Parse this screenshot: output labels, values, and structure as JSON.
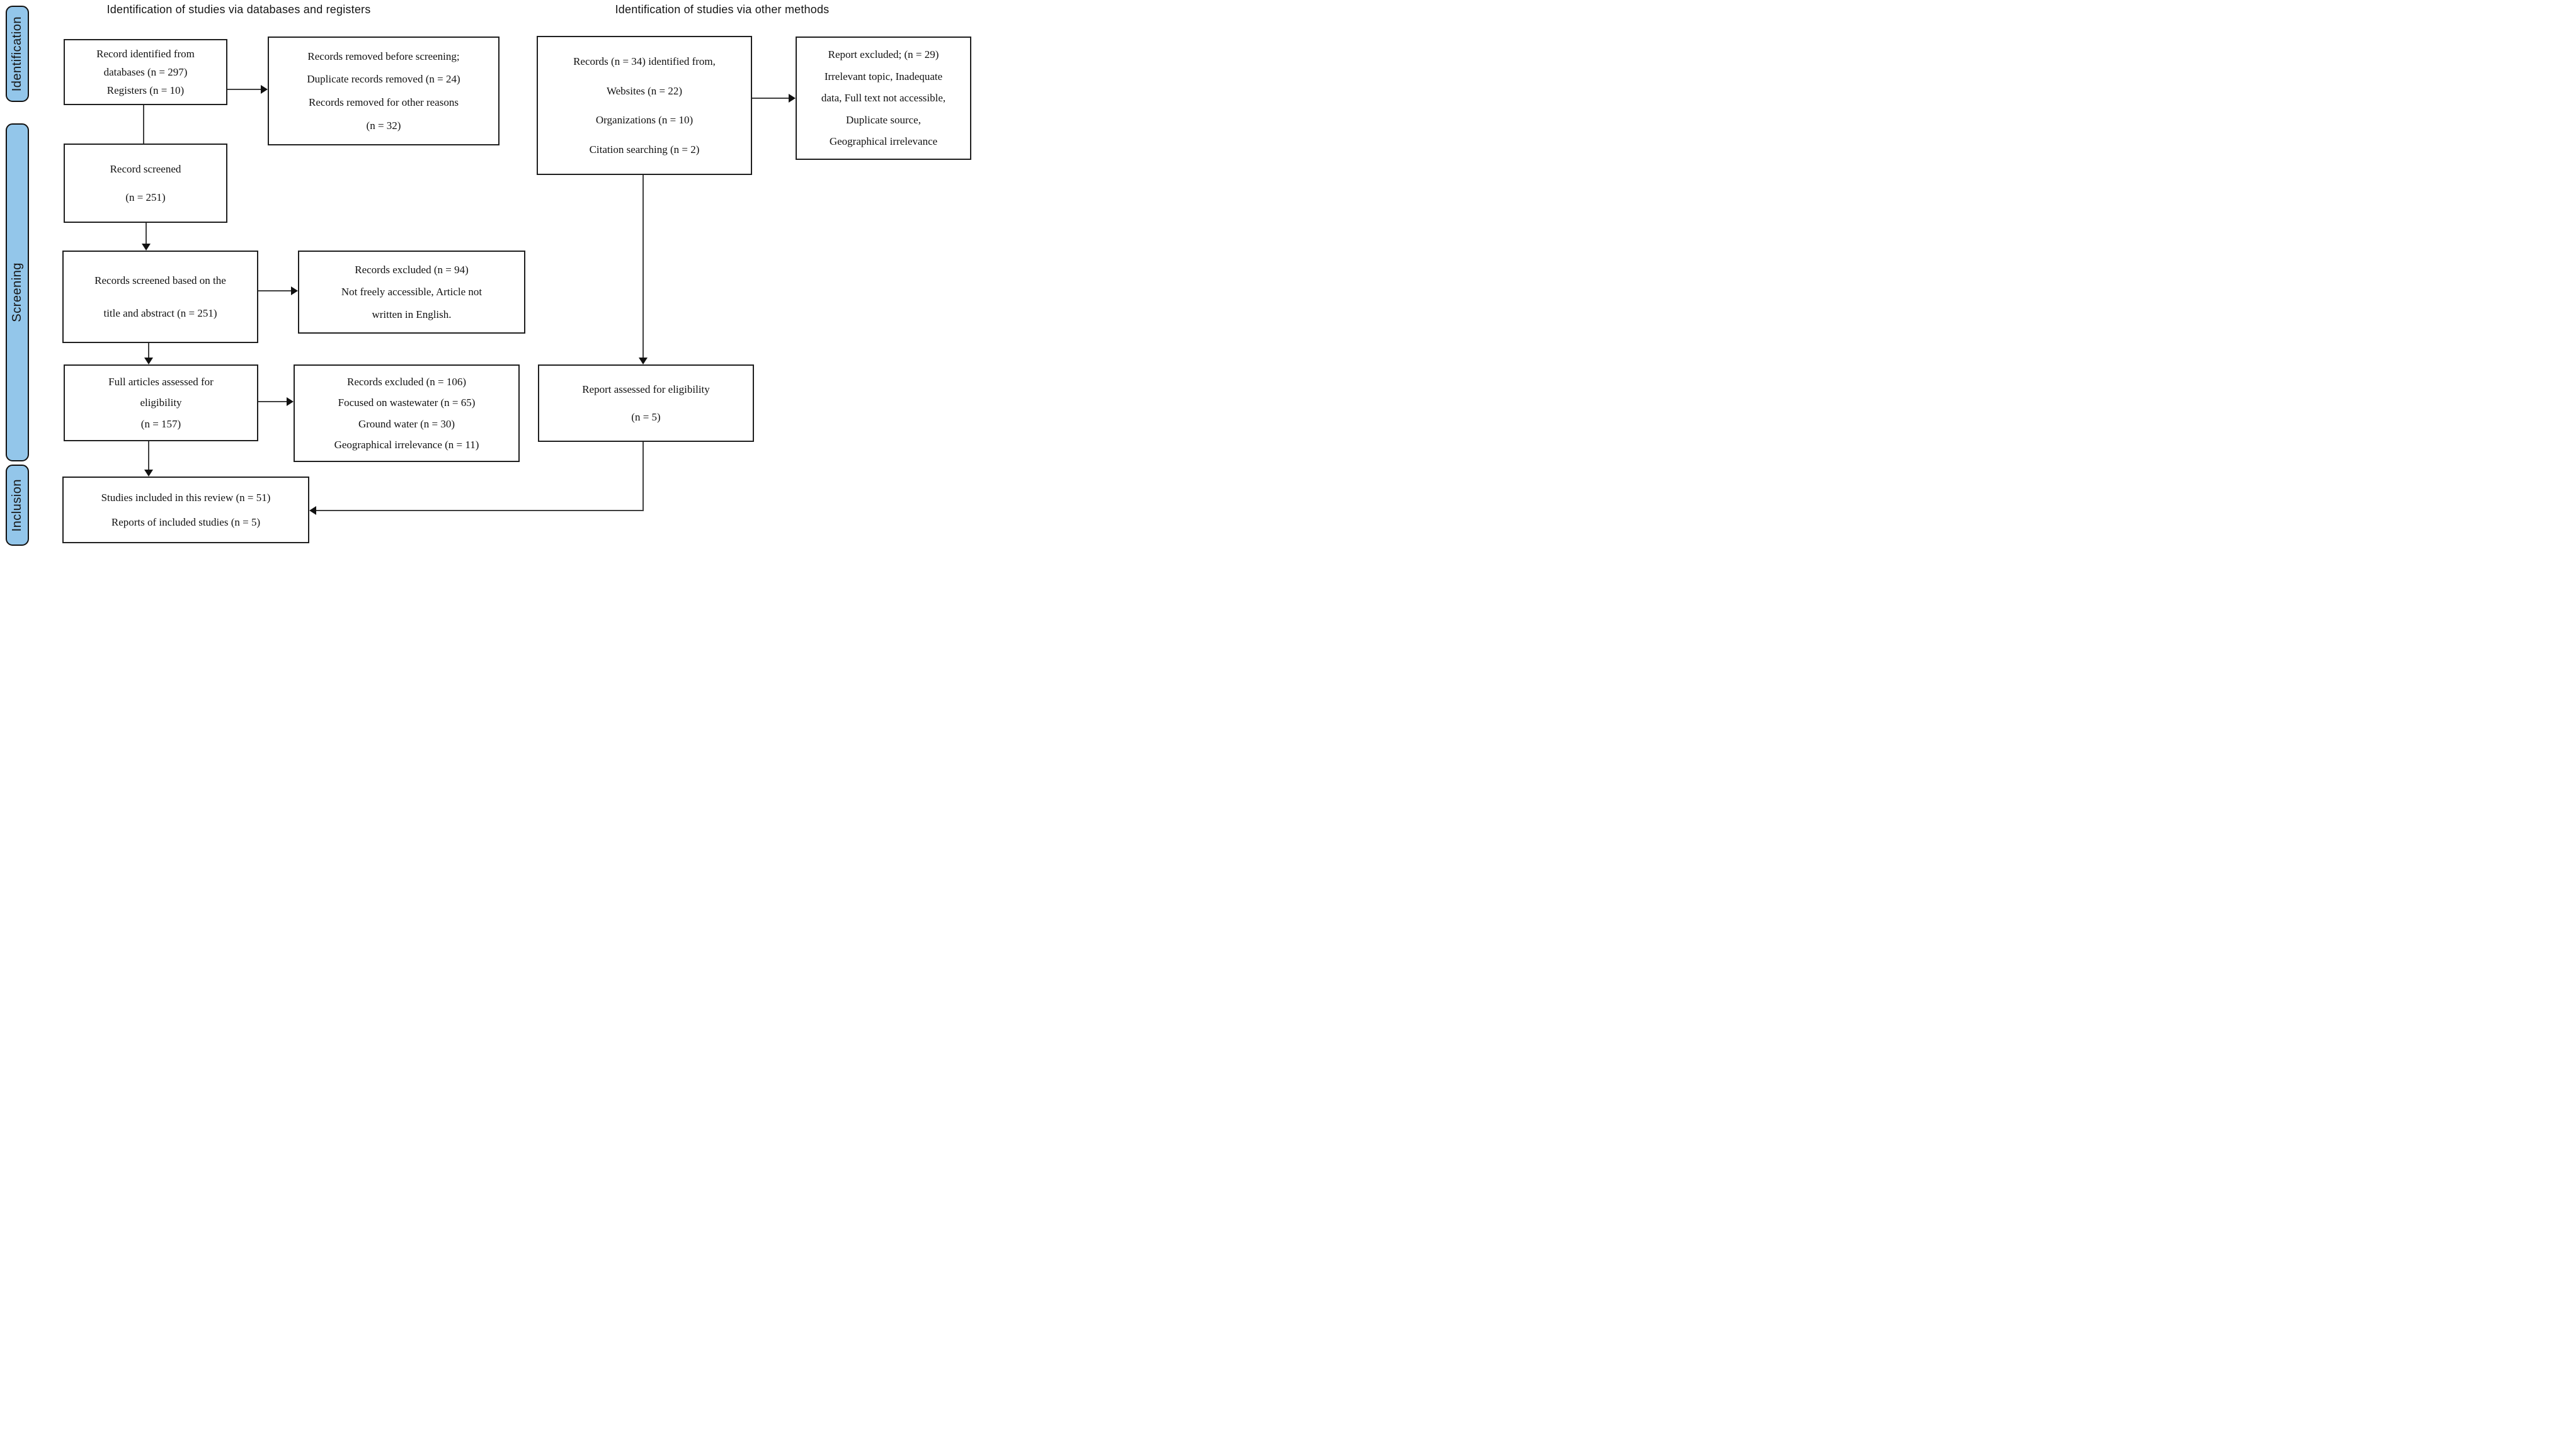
{
  "diagram": {
    "column_titles": {
      "left": "Identification of studies via databases and registers",
      "right": "Identification of studies via other methods"
    },
    "sidebar": {
      "identification": "Identification",
      "screening": "Screening",
      "inclusion": "Inclusion"
    },
    "boxes": {
      "records_identified": {
        "lines": [
          "Record identified from",
          "databases (n = 297)",
          "Registers (n = 10)"
        ]
      },
      "records_removed": {
        "lines": [
          "Records removed before screening;",
          "Duplicate records removed (n = 24)",
          "Records removed for other reasons",
          "(n = 32)"
        ]
      },
      "records_screened": {
        "lines": [
          "Record screened",
          "(n = 251)"
        ]
      },
      "records_screened_title_abstract": {
        "lines": [
          "Records screened based on the",
          "title and abstract (n = 251)"
        ]
      },
      "records_excluded_screening": {
        "lines": [
          "Records excluded (n = 94)",
          "Not freely accessible, Article not",
          "written in English."
        ]
      },
      "full_articles_assessed": {
        "lines": [
          "Full articles assessed for",
          "eligibility",
          "(n = 157)"
        ]
      },
      "records_excluded_eligibility": {
        "lines": [
          "Records excluded (n = 106)",
          "Focused on wastewater (n = 65)",
          "Ground water (n = 30)",
          "Geographical irrelevance (n = 11)"
        ]
      },
      "studies_included": {
        "lines": [
          "Studies included in this review (n = 51)",
          "Reports of included studies (n = 5)"
        ]
      },
      "records_other_methods": {
        "lines": [
          "Records (n = 34) identified from,",
          "Websites (n = 22)",
          "Organizations (n = 10)",
          "Citation searching (n = 2)"
        ]
      },
      "report_excluded": {
        "lines": [
          "Report excluded; (n = 29)",
          "Irrelevant topic, Inadequate",
          "data, Full text not accessible,",
          "Duplicate source,",
          "Geographical irrelevance"
        ]
      },
      "report_assessed": {
        "lines": [
          "Report assessed for eligibility",
          "(n = 5)"
        ]
      }
    },
    "colors": {
      "sidebar_fill": "#93c6ea",
      "sidebar_border": "#111111",
      "box_border": "#1f1f1f",
      "connector": "#3f3f3f",
      "text": "#111111"
    }
  }
}
